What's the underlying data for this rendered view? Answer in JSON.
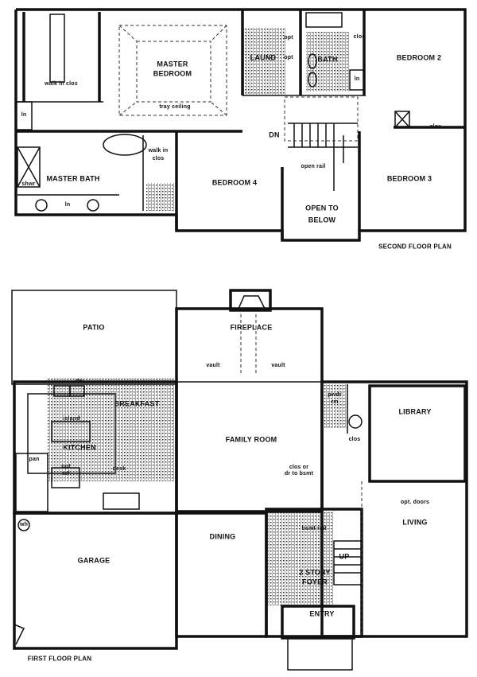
{
  "second_floor": {
    "title": "SECOND FLOOR PLAN",
    "rooms": {
      "walk_in_clos_master": "walk in clos",
      "master_bedroom_1": "MASTER",
      "master_bedroom_2": "BEDROOM",
      "tray_ceiling": "tray ceiling",
      "laund": "LAUND",
      "opt_1": "opt",
      "opt_2": "opt",
      "bath": "BATH",
      "clos_bath": "clos",
      "ln_bath": "ln",
      "bedroom2": "BEDROOM 2",
      "ln_master": "ln",
      "shwr": "shwr",
      "master_bath": "MASTER BATH",
      "ln_vanity": "ln",
      "walk_in_clos_2a": "walk in",
      "walk_in_clos_2b": "clos",
      "bedroom4": "BEDROOM 4",
      "dn": "DN",
      "open_rail": "open rail",
      "open_to_below_1": "OPEN TO",
      "open_to_below_2": "BELOW",
      "bedroom3": "BEDROOM 3",
      "clos_bed3": "clos"
    }
  },
  "first_floor": {
    "title": "FIRST FLOOR PLAN",
    "rooms": {
      "patio": "PATIO",
      "fireplace": "FIREPLACE",
      "vault_left": "vault",
      "vault_right": "vault",
      "family_room": "FAMILY ROOM",
      "breakfast": "BREAKFAST",
      "dw": "dw",
      "island": "island",
      "kitchen": "KITCHEN",
      "pan": "pan",
      "opt_ref_1": "opt",
      "opt_ref_2": "ref",
      "desk": "desk",
      "wh": "wh",
      "library": "LIBRARY",
      "pwdr_1": "pwdr",
      "pwdr_2": "rm",
      "clos": "clos",
      "opt_doors": "opt. doors",
      "clos_bsmt_1": "clos or",
      "clos_bsmt_2": "dr to bsmt",
      "garage": "GARAGE",
      "dining": "DINING",
      "living": "LIVING",
      "bsmt_rail": "bsmt rail",
      "up": "UP",
      "foyer_1": "2 STORY",
      "foyer_2": "FOYER",
      "entry": "ENTRY"
    }
  }
}
